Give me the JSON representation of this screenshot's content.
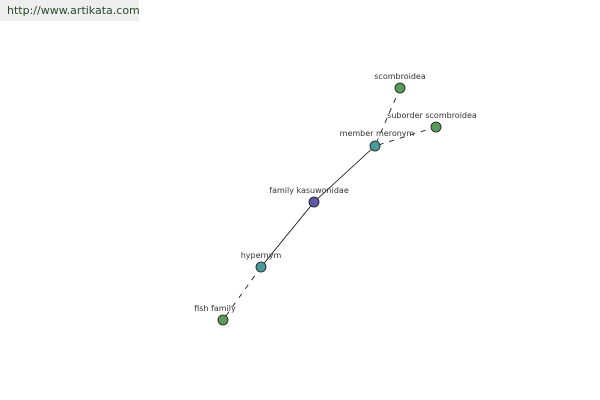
{
  "banner": {
    "url_text": "http://www.artikata.com"
  },
  "graph": {
    "nodes": [
      {
        "id": "scombroidea",
        "label": "scombroidea",
        "color": "#5a9a5a"
      },
      {
        "id": "suborder-scombroidea",
        "label": "suborder scombroidea",
        "color": "#5a9a5a"
      },
      {
        "id": "member-meronym",
        "label": "member meronym",
        "color": "#4a9a9a"
      },
      {
        "id": "family-kasuwonidae",
        "label": "family kasuwonidae",
        "color": "#5a5aa8"
      },
      {
        "id": "hypernym",
        "label": "hypernym",
        "color": "#4a9a9a"
      },
      {
        "id": "fish-family",
        "label": "fish family",
        "color": "#5a9a5a"
      }
    ],
    "edges": [
      {
        "from": "scombroidea",
        "to": "member-meronym",
        "style": "dashed"
      },
      {
        "from": "suborder-scombroidea",
        "to": "member-meronym",
        "style": "dashed"
      },
      {
        "from": "member-meronym",
        "to": "family-kasuwonidae",
        "style": "solid"
      },
      {
        "from": "family-kasuwonidae",
        "to": "hypernym",
        "style": "solid"
      },
      {
        "from": "hypernym",
        "to": "fish-family",
        "style": "dashed"
      }
    ]
  }
}
